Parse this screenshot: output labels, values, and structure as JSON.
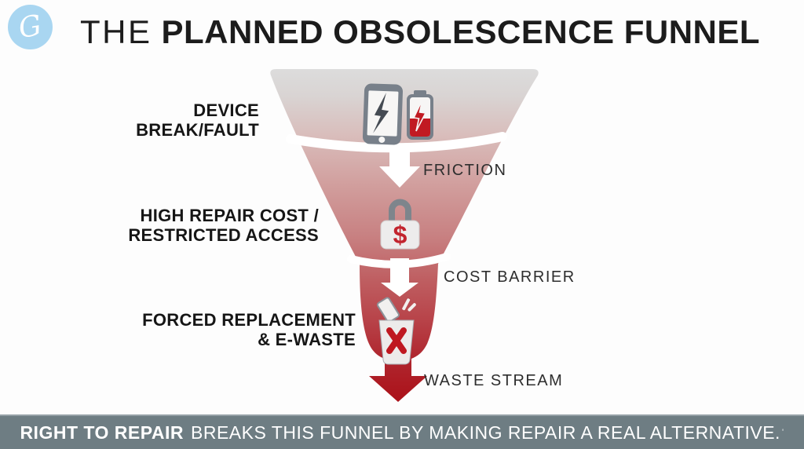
{
  "logo": {
    "glyph": "G"
  },
  "title": {
    "prefix": "THE",
    "main": "PLANNED OBSOLESCENCE FUNNEL"
  },
  "funnel": {
    "stages": [
      {
        "line1": "DEVICE",
        "line2": "BREAK/FAULT",
        "icon": "broken-phone-icon / dead-battery-icon"
      },
      {
        "line1": "HIGH REPAIR COST /",
        "line2": "RESTRICTED ACCESS",
        "icon": "cost-lock-icon"
      },
      {
        "line1": "FORCED REPLACEMENT",
        "line2": "& E-WASTE",
        "icon": "ewaste-trash-icon"
      }
    ],
    "flow_labels": [
      "FRICTION",
      "COST BARRIER",
      "WASTE STREAM"
    ],
    "lock_symbol": "$"
  },
  "footer": {
    "highlight": "RIGHT TO REPAIR",
    "text": "BREAKS THIS FUNNEL BY MAKING REPAIR A REAL ALTERNATIVE.",
    "footnote_mark": "'"
  },
  "colors": {
    "accent_red": "#b5161d",
    "funnel_top_gray": "#dcdcdc",
    "logo_blue": "#a9d6f1",
    "footer_bg": "#6e7d83"
  }
}
